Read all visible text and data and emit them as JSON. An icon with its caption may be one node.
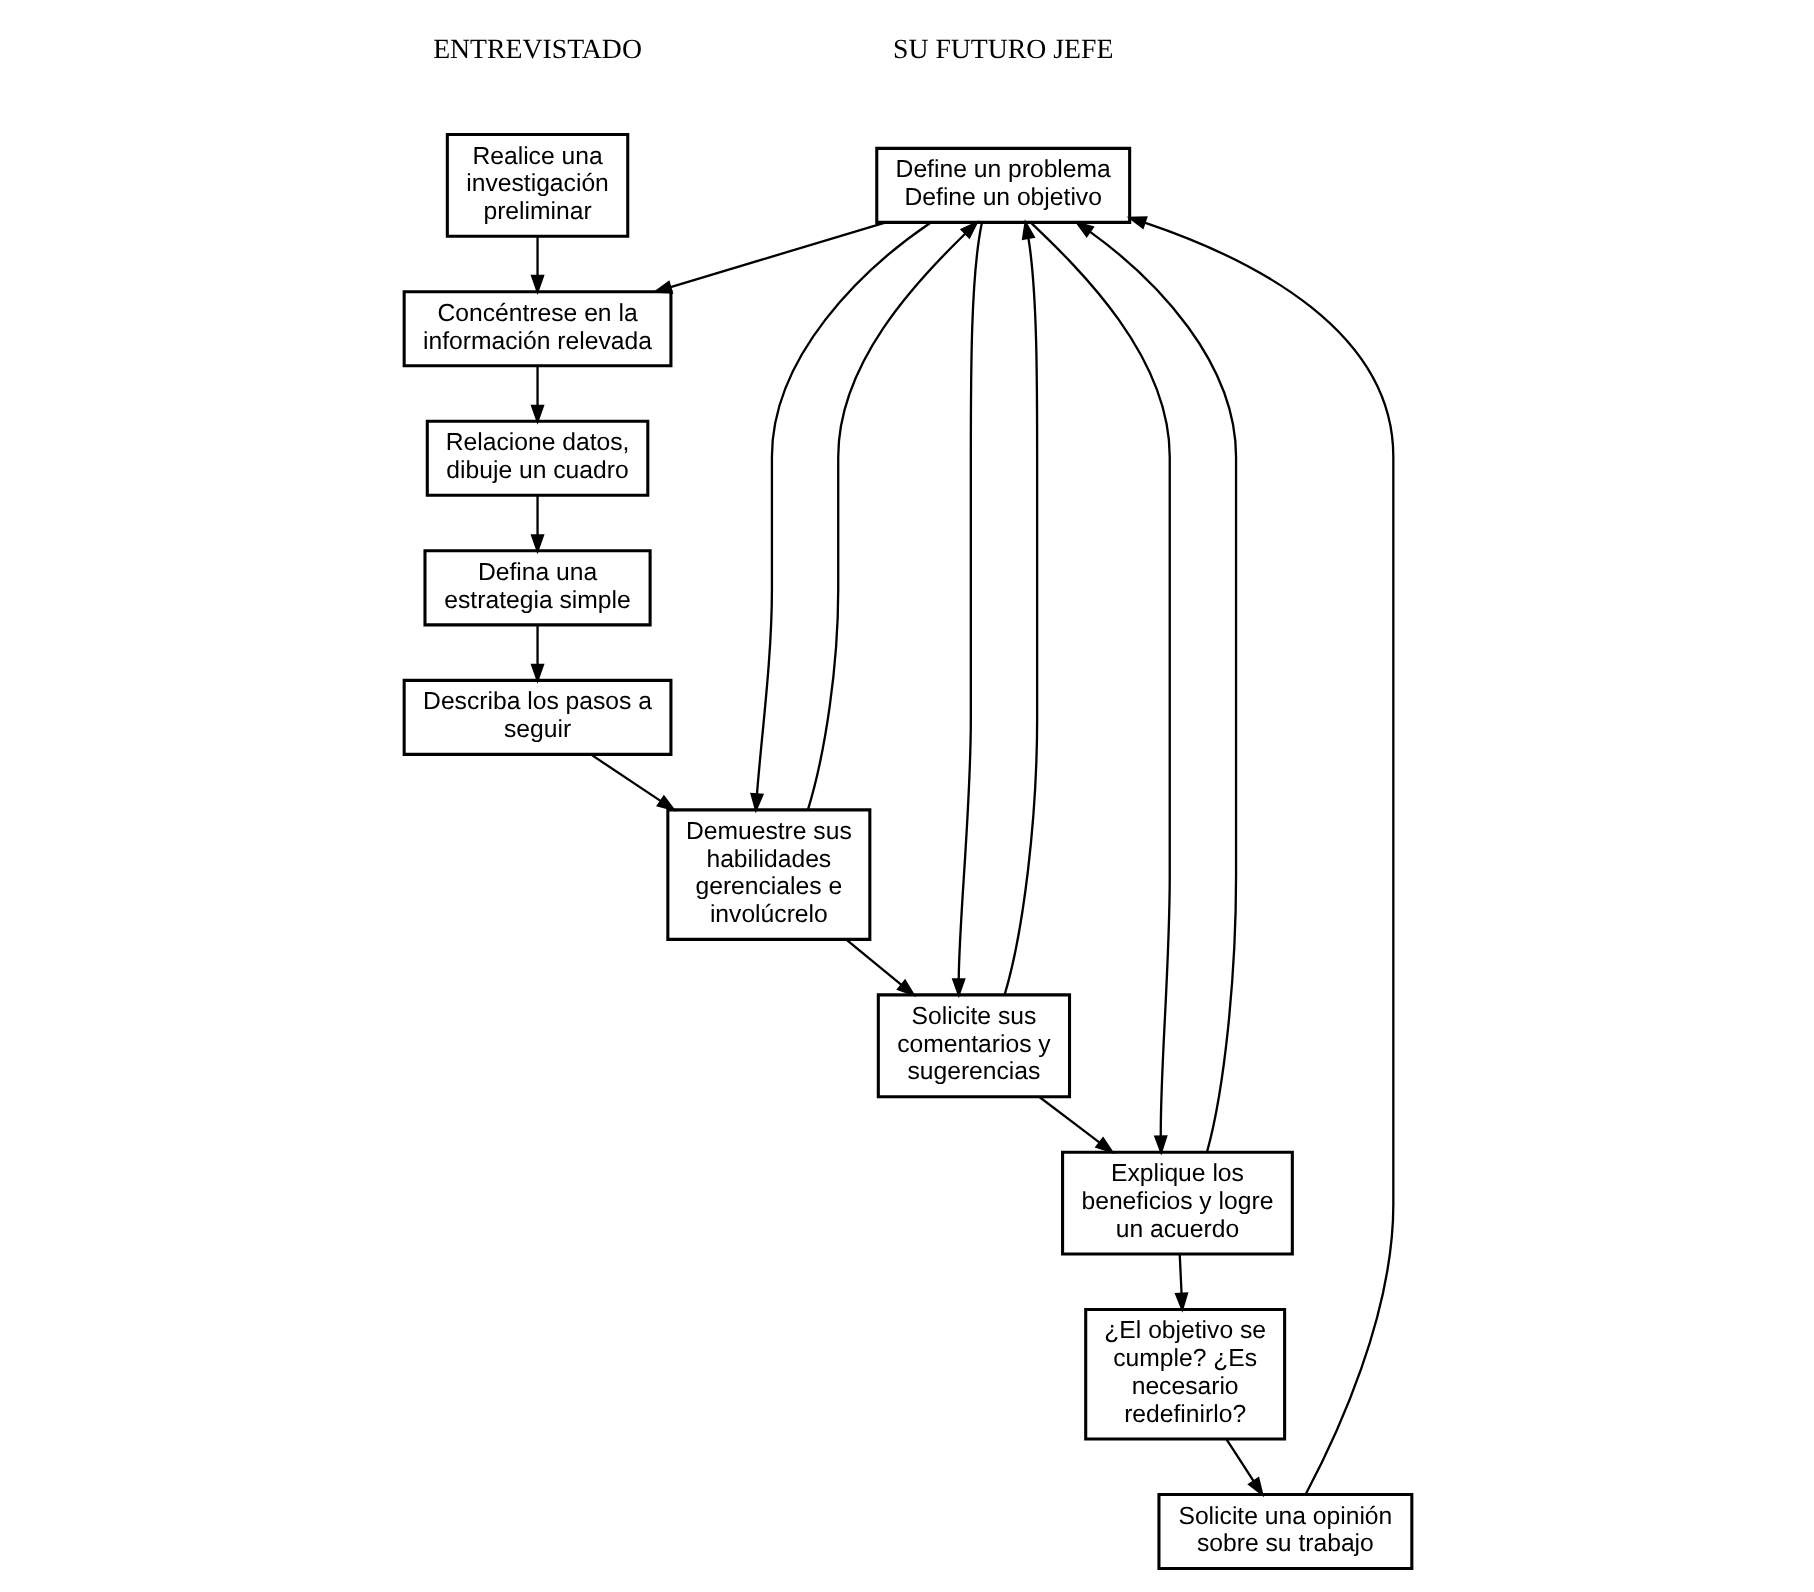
{
  "diagram": {
    "nodes": [
      {
        "text": [
          "Realice una investigación preliminar"
        ]
      },
      {
        "text": [
          "Concéntrese en la información relevada"
        ]
      },
      {
        "text": [
          "Relacione datos, dibuje un cuadro"
        ]
      },
      {
        "text": [
          "Defina una estrategia simple"
        ]
      },
      {
        "text": [
          "Describa los pasos a seguir"
        ]
      },
      {
        "text": [
          "Define un problema",
          "Define un objetivo"
        ]
      },
      {
        "text": [
          "Demuestre sus habilidades gerenciales e involúcrelo"
        ]
      },
      {
        "text": [
          "Solicite sus comentarios y sugerencias"
        ]
      },
      {
        "text": [
          "Explique los beneficios y logre un acuerdo"
        ]
      },
      {
        "text": [
          "Solicite una opinión sobre su trabajo"
        ]
      },
      {
        "text": [
          "¿El objetivo se cumple? ¿Es necesario redefinirlo?"
        ]
      }
    ],
    "edges": [
      {
        "from": 0,
        "to": 1,
        "arrow": "to"
      },
      {
        "from": 1,
        "to": 2,
        "arrow": "to"
      },
      {
        "from": 2,
        "to": 3,
        "arrow": "to"
      },
      {
        "from": 3,
        "to": 4,
        "arrow": "to"
      },
      {
        "from": 4,
        "to": 6,
        "arrow": "to"
      },
      {
        "from": 5,
        "to": 1,
        "arrow": "to"
      },
      {
        "from": 5,
        "to": 6,
        "arrow": "to"
      },
      {
        "from": 6,
        "to": 5,
        "arrow": "to"
      },
      {
        "from": 5,
        "to": 7,
        "arrow": "to"
      },
      {
        "from": 7,
        "to": 5,
        "arrow": "to"
      },
      {
        "from": 5,
        "to": 8,
        "arrow": "to"
      },
      {
        "from": 8,
        "to": 5,
        "arrow": "to"
      },
      {
        "from": 6,
        "to": 7,
        "arrow": "to"
      },
      {
        "from": 7,
        "to": 8,
        "arrow": "to"
      },
      {
        "from": 8,
        "to": 10,
        "arrow": "to"
      },
      {
        "from": 10,
        "to": 9,
        "arrow": "to"
      },
      {
        "from": 9,
        "to": 5,
        "arrow": "to"
      }
    ],
    "labels": [
      "ENTREVISTADO",
      "SU FUTURO JEFE"
    ]
  }
}
